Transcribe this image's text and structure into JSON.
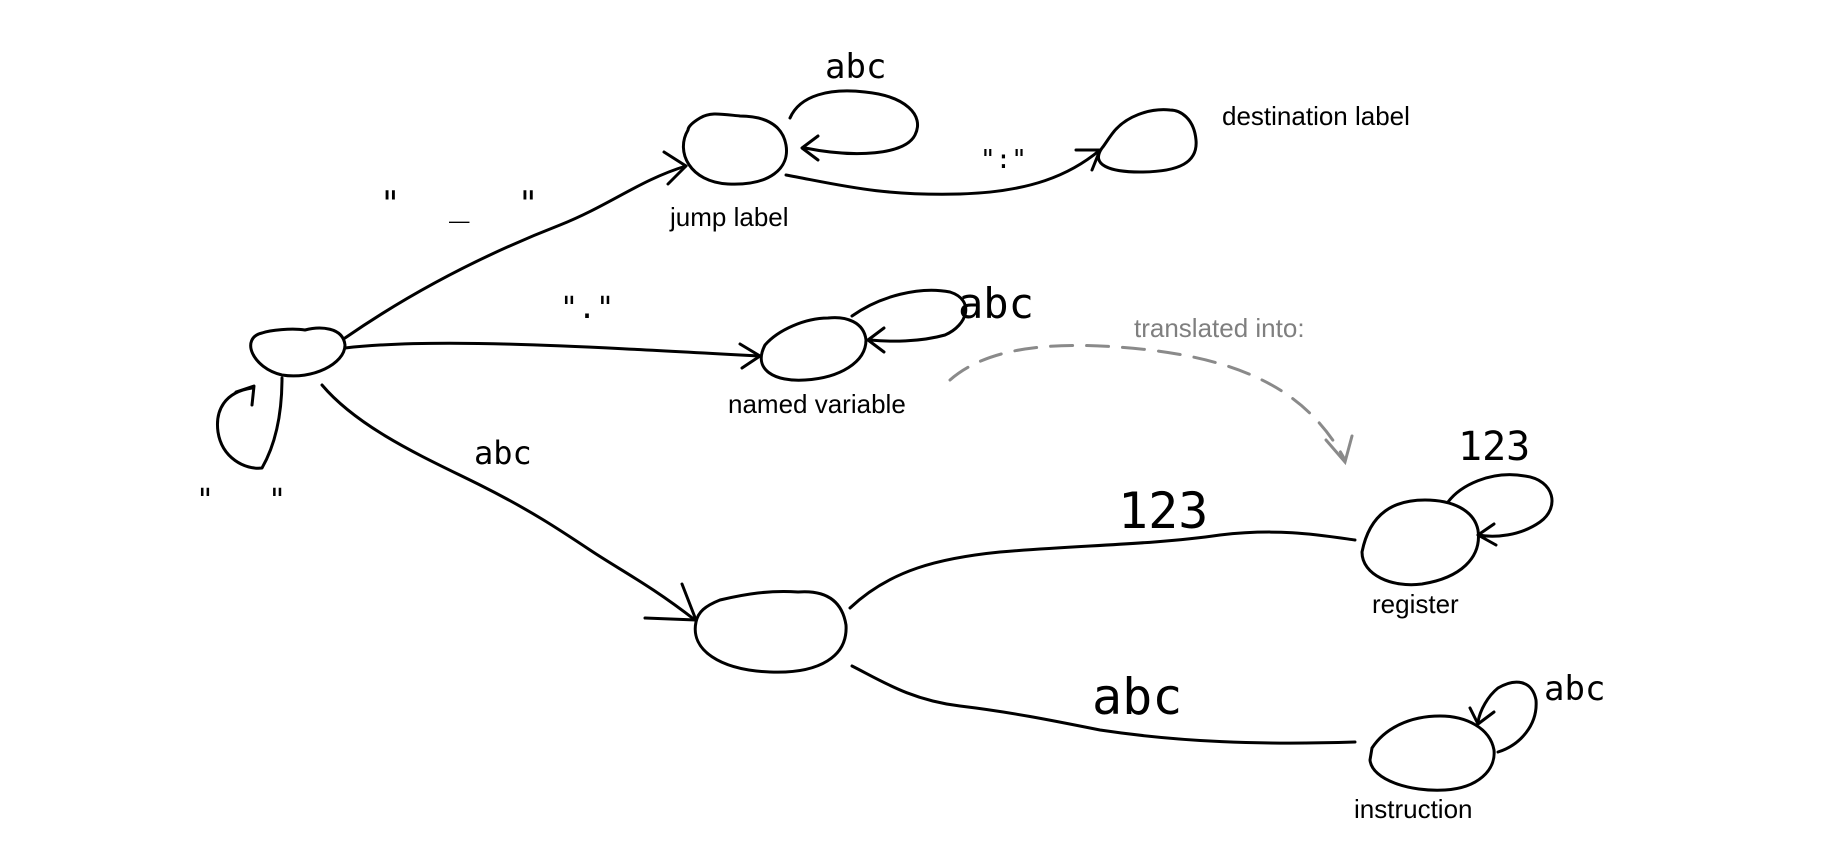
{
  "diagram": {
    "states": {
      "jump_label": "jump label",
      "destination_label": "destination label",
      "named_variable": "named variable",
      "register": "register",
      "instruction": "instruction"
    },
    "transitions": {
      "to_jump_label": "\" _ \"",
      "jump_label_loop": "abc",
      "to_destination_label": "\":\"",
      "to_named_variable": "\".\"",
      "named_variable_loop": "abc",
      "start_loop": "\" \"",
      "to_word": "abc",
      "to_register": "123",
      "register_loop": "123",
      "to_instruction": "abc",
      "instruction_loop": "abc"
    },
    "annotation": "translated into:",
    "colors": {
      "ink": "#000000",
      "annotation": "#7f7f7f"
    }
  }
}
